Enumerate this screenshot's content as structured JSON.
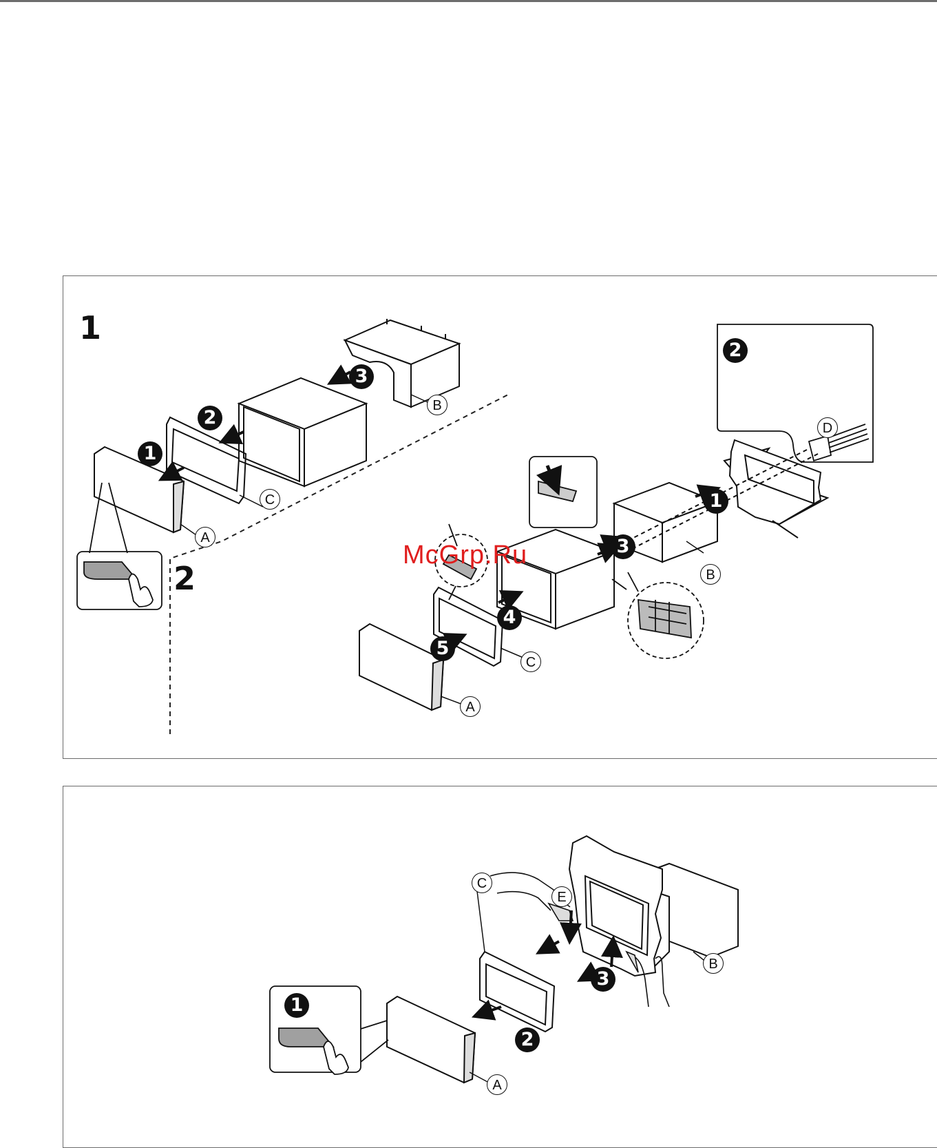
{
  "watermark": "McGrp.Ru",
  "figure1": {
    "step1_number": "1",
    "step2_number": "2",
    "part_labels": [
      "A",
      "B",
      "C",
      "D"
    ],
    "badges": {
      "s1_remove_faceplate": "1",
      "s1_remove_trim": "2",
      "s1_remove_sleeve": "3",
      "s2_install_sleeve": "1",
      "s2_connect_wiring": "2",
      "s2_insert_unit": "3",
      "s2_attach_trim": "4",
      "s2_attach_faceplate": "5"
    }
  },
  "figure2": {
    "part_labels": [
      "A",
      "B",
      "C",
      "E"
    ],
    "badges": {
      "release_button": "1",
      "remove_trim": "2",
      "pull_unit": "3"
    }
  },
  "icons": [
    "hand-press-icon",
    "arrow-icon",
    "dashed-magnifier-icon",
    "wiring-connector-icon",
    "bent-tab-icon"
  ]
}
